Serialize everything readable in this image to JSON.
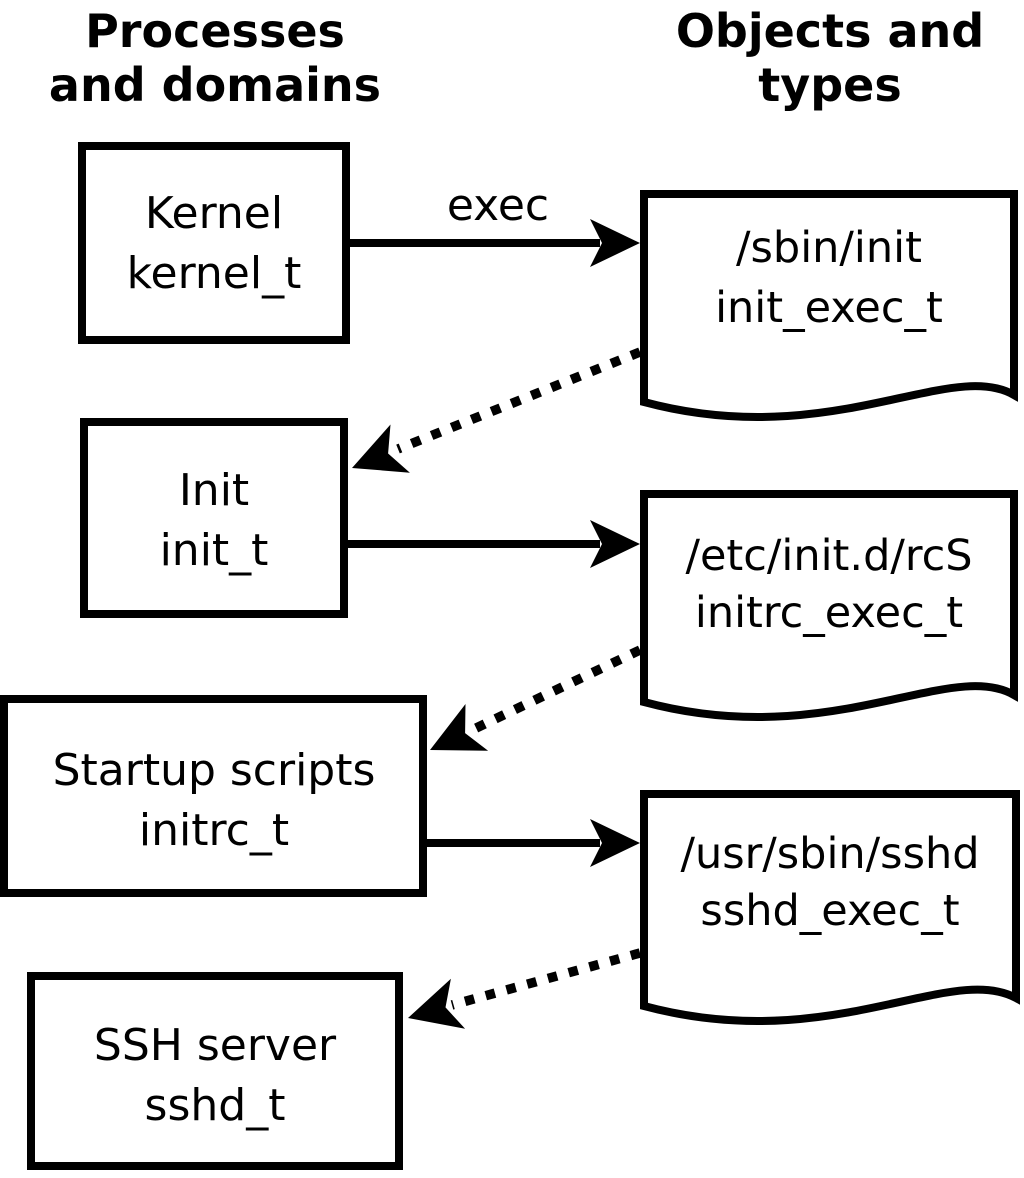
{
  "diagram": {
    "column_headers": {
      "left_line1": "Processes",
      "left_line2": "and domains",
      "right_line1": "Objects and",
      "right_line2": "types"
    },
    "edge_labels": {
      "exec": "exec"
    },
    "processes": [
      {
        "name": "Kernel",
        "type": "kernel_t"
      },
      {
        "name": "Init",
        "type": "init_t"
      },
      {
        "name": "Startup scripts",
        "type": "initrc_t"
      },
      {
        "name": "SSH server",
        "type": "sshd_t"
      }
    ],
    "objects": [
      {
        "path": "/sbin/init",
        "type": "init_exec_t"
      },
      {
        "path": "/etc/init.d/rcS",
        "type": "initrc_exec_t"
      },
      {
        "path": "/usr/sbin/sshd",
        "type": "sshd_exec_t"
      }
    ],
    "colors": {
      "foreground": "#000000",
      "background": "#ffffff"
    }
  }
}
